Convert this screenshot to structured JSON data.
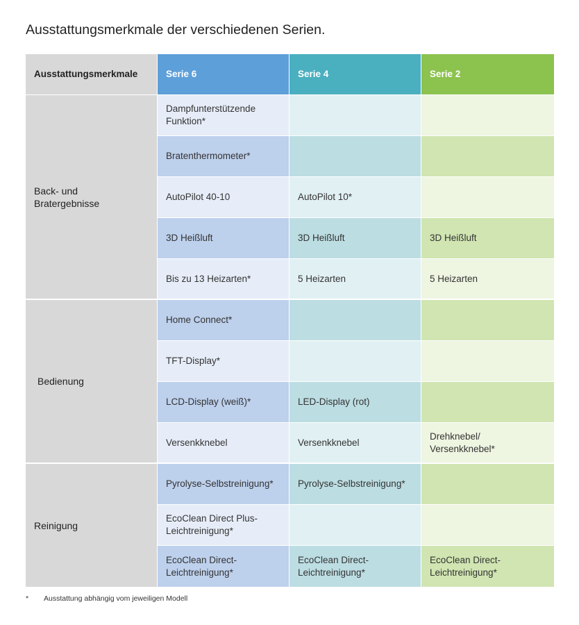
{
  "title": "Ausstattungsmerkmale der verschiedenen Serien.",
  "header": {
    "label": "Ausstattungsmerkmale",
    "series": [
      "Serie 6",
      "Serie 4",
      "Serie 2"
    ]
  },
  "categories": [
    {
      "name_lines": [
        "Back- und",
        "Bratergebnisse"
      ]
    },
    {
      "name_lines": [
        "Bedienung"
      ]
    },
    {
      "name_lines": [
        "Reinigung"
      ]
    }
  ],
  "rows": [
    [
      "Dampfunterstützende Funktion*",
      "",
      ""
    ],
    [
      "Bratenthermometer*",
      "",
      ""
    ],
    [
      "AutoPilot 40-10",
      "AutoPilot 10*",
      ""
    ],
    [
      "3D Heißluft",
      "3D Heißluft",
      "3D Heißluft"
    ],
    [
      "Bis zu 13 Heizarten*",
      "5 Heizarten",
      "5 Heizarten"
    ],
    [
      "Home Connect*",
      "",
      ""
    ],
    [
      "TFT-Display*",
      "",
      ""
    ],
    [
      "LCD-Display (weiß)*",
      "LED-Display (rot)",
      ""
    ],
    [
      "Versenkknebel",
      "Versenkknebel",
      "Drehknebel/ Versenkknebel*"
    ],
    [
      "Pyrolyse-Selbstreinigung*",
      "Pyrolyse-Selbstreinigung*",
      ""
    ],
    [
      "EcoClean Direct Plus-Leichtreinigung*",
      "",
      ""
    ],
    [
      "EcoClean Direct-Leichtreinigung*",
      "EcoClean Direct-Leichtreinigung*",
      "EcoClean Direct-Leichtreinigung*"
    ]
  ],
  "footnote": {
    "symbol": "*",
    "text": "Ausstattung abhängig vom jeweiligen Modell"
  },
  "colors": {
    "serie6_header": "#5d9fd9",
    "serie4_header": "#4aafbf",
    "serie2_header": "#8cc24e",
    "label_bg": "#d8d8d8"
  }
}
